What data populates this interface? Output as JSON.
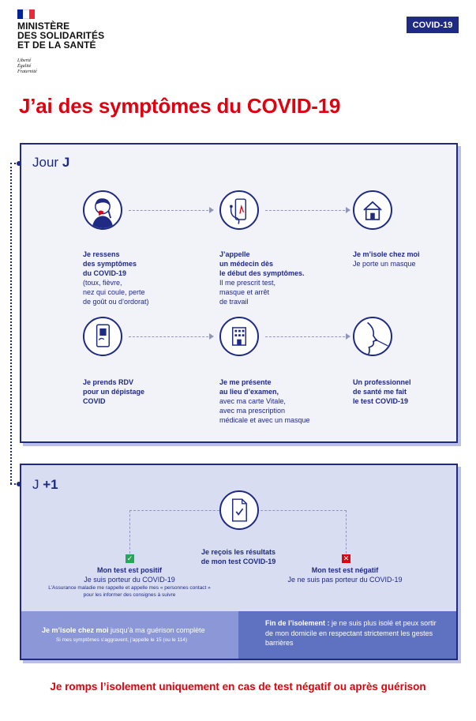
{
  "header": {
    "ministry_lines": [
      "MINISTÈRE",
      "DES SOLIDARITÉS",
      "ET DE LA SANTÉ"
    ],
    "motto_lines": [
      "Liberté",
      "Égalité",
      "Fraternité"
    ],
    "badge": "COVID-19",
    "flag_colors": [
      "#002395",
      "#ffffff",
      "#ed2939"
    ]
  },
  "title": "J’ai des symptômes du COVID-19",
  "day1": {
    "label_prefix": "Jour",
    "label_suffix": "J",
    "steps": [
      {
        "icon": "person-sick-icon",
        "bold": "Je ressens\ndes symptômes\ndu COVID-19",
        "text": "(toux, fièvre,\nnez qui coule, perte\nde goût ou d’ordorat)"
      },
      {
        "icon": "phone-stethoscope-icon",
        "bold": "J’appelle\nun médecin dès\nle début des symptômes.",
        "text": "Il me prescrit test,\nmasque et arrêt\nde travail"
      },
      {
        "icon": "house-icon",
        "bold": "Je m’isole chez moi",
        "text": "Je porte un masque"
      },
      {
        "icon": "smartphone-icon",
        "bold": "Je prends RDV\npour un dépistage\nCOVID",
        "text": ""
      },
      {
        "icon": "building-icon",
        "bold": "Je me présente\nau lieu d’examen,",
        "text": "avec ma carte Vitale,\navec ma prescription\nmédicale et avec un masque"
      },
      {
        "icon": "nose-swab-icon",
        "bold": "Un professionnel\nde santé me fait\nle test COVID-19",
        "text": ""
      }
    ]
  },
  "day2": {
    "label_prefix": "J",
    "label_suffix": "+1",
    "results_icon": "document-check-icon",
    "results": "Je reçois les résultats\nde mon test COVID-19",
    "positive": {
      "title": "Mon test est positif",
      "line": "Je suis porteur du COVID-19",
      "note": "L’Assurance maladie me rappelle et appelle mes « personnes contact »\npour les informer des consignes à suivre",
      "color": "#27a658"
    },
    "negative": {
      "title": "Mon test est négatif",
      "line": "Je ne suis pas porteur du COVID-19",
      "color": "#e1000f"
    },
    "bottom_left": {
      "bold": "Je m’isole chez moi",
      "text": " jusqu’à ma guérison complète",
      "small": "Si mes symptômes s’aggravent, j’appelle le 15 (ou le 114)"
    },
    "bottom_right": {
      "bold": "Fin de l’isolement :",
      "text": " je ne suis plus isolé et peux sortir de mon domicile en respectant strictement les gestes barrières"
    }
  },
  "footer": "Je romps l’isolement uniquement en cas de test négatif ou après guérison",
  "colors": {
    "navy": "#1e2a84",
    "red": "#e1000f",
    "panel_light": "#f2f3f9",
    "panel_blue": "#d9ddf1"
  }
}
